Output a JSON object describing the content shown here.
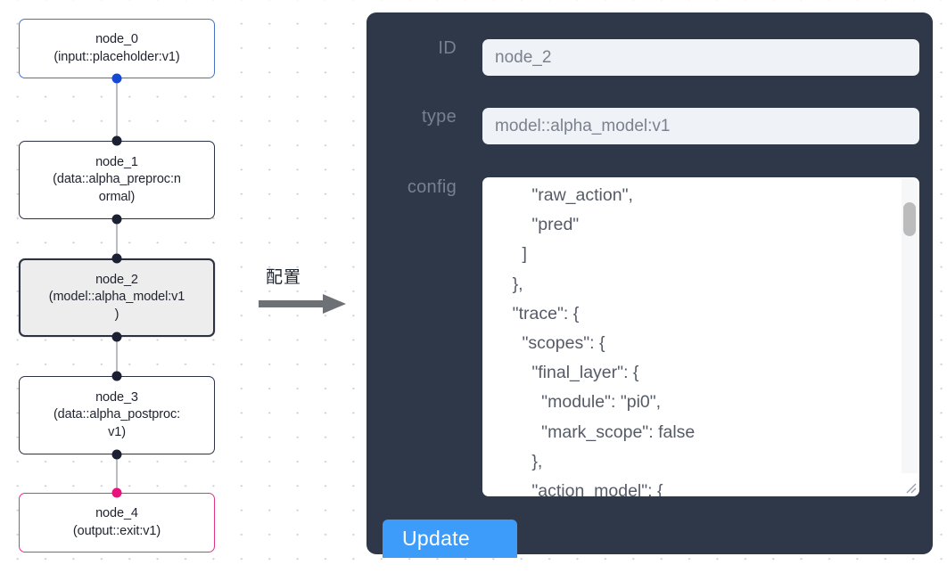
{
  "graph": {
    "nodes": [
      {
        "id": "node_0",
        "label": "node_0",
        "type_label": "(input::placeholder:v1)",
        "variant": "blue",
        "selected": false
      },
      {
        "id": "node_1",
        "label": "node_1",
        "type_label": "(data::alpha_preproc:n",
        "type_label2": "ormal)",
        "variant": "plain",
        "selected": false
      },
      {
        "id": "node_2",
        "label": "node_2",
        "type_label": "(model::alpha_model:v1",
        "type_label2": ")",
        "variant": "plain",
        "selected": true
      },
      {
        "id": "node_3",
        "label": "node_3",
        "type_label": "(data::alpha_postproc:",
        "type_label2": "v1)",
        "variant": "plain",
        "selected": false
      },
      {
        "id": "node_4",
        "label": "node_4",
        "type_label": "(output::exit:v1)",
        "variant": "pink",
        "selected": false
      }
    ],
    "colors": {
      "input_accent": "#4a72c4",
      "output_accent": "#e0348a",
      "node_border": "#2c3244",
      "selected_fill": "#ededed",
      "edge": "#b9bcc3",
      "grid_dot": "#c9ccd4"
    }
  },
  "transition": {
    "label": "配置",
    "arrow_color": "#6d7075"
  },
  "inspector": {
    "panel_color": "#2e3849",
    "fields": [
      {
        "key": "id",
        "label": "ID",
        "value": "node_2"
      },
      {
        "key": "type",
        "label": "type",
        "value": "model::alpha_model:v1"
      },
      {
        "key": "config",
        "label": "config"
      }
    ],
    "config_value": "        \"raw_action\",\n        \"pred\"\n      ]\n    },\n    \"trace\": {\n      \"scopes\": {\n        \"final_layer\": {\n          \"module\": \"pi0\",\n          \"mark_scope\": false\n        },\n        \"action_model\": {",
    "update_label": "Update",
    "update_color": "#3d9bfa"
  }
}
